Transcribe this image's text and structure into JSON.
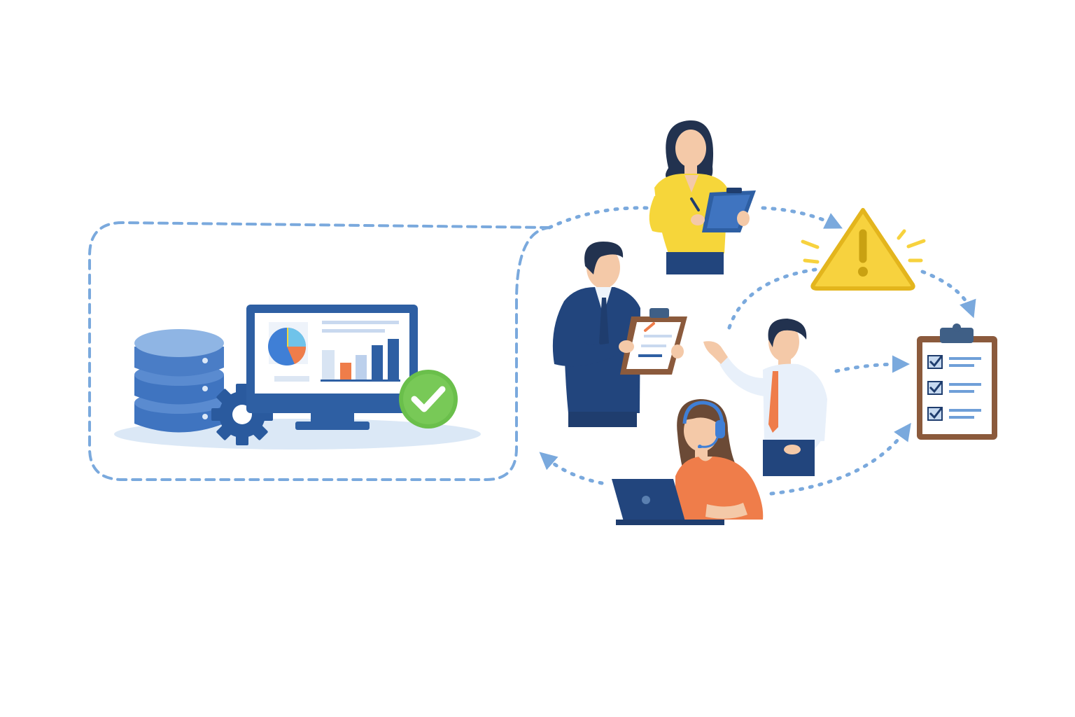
{
  "colors": {
    "dash": "#7aa9dd",
    "primary_blue": "#2e5fa3",
    "light_blue": "#6f9fd8",
    "navy": "#1f3d6e",
    "suit": "#22457d",
    "green_check": "#6abf4b",
    "warning_yellow": "#f7d23e",
    "warning_outline": "#e3b51d",
    "orange": "#ef7d4a",
    "yellow_shirt": "#f6d63a",
    "skin": "#f4c9a8",
    "hair_dark": "#22324f",
    "hair_brown": "#6b4a36",
    "clipboard_brown": "#8b5a3c",
    "headset_blue": "#3f7fd6"
  },
  "diagram": {
    "left_panel": {
      "elements": [
        "database-icon",
        "gear-icon",
        "monitor-dashboard",
        "check-badge-icon"
      ]
    },
    "people": [
      "woman-yellow-with-tablet",
      "man-suit-with-clipboard",
      "man-pointing",
      "woman-headset-laptop"
    ],
    "right_side": [
      "warning-triangle-icon",
      "checklist-clipboard-icon"
    ],
    "flow_arrows": [
      "left-panel-to-woman-yellow",
      "woman-yellow-to-warning",
      "warning-to-checklist",
      "pointing-man-to-checklist",
      "pointing-man-to-warning",
      "headset-woman-to-checklist",
      "headset-woman-to-left-panel"
    ]
  }
}
